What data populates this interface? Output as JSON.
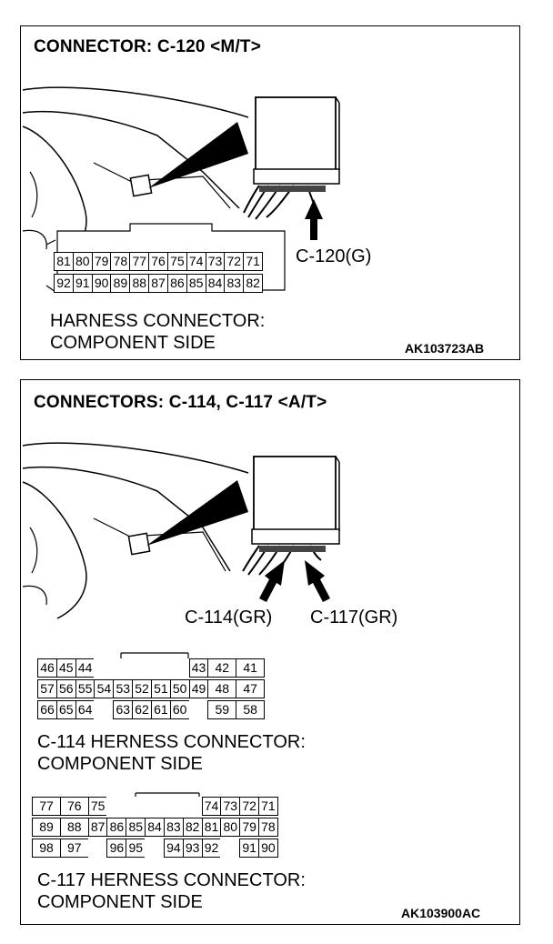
{
  "panel1": {
    "title": "CONNECTOR: C-120 <M/T>",
    "callout": "C-120(G)",
    "pins_top": [
      "81",
      "80",
      "79",
      "78",
      "77",
      "76",
      "75",
      "74",
      "73",
      "72",
      "71"
    ],
    "pins_bottom": [
      "92",
      "91",
      "90",
      "89",
      "88",
      "87",
      "86",
      "85",
      "84",
      "83",
      "82"
    ],
    "caption_line1": "HARNESS CONNECTOR:",
    "caption_line2": "COMPONENT SIDE",
    "ref_code": "AK103723AB"
  },
  "panel2": {
    "title": "CONNECTORS: C-114, C-117 <A/T>",
    "callout_left": "C-114(GR)",
    "callout_right": "C-117(GR)",
    "c114": {
      "row1": [
        "46",
        "45",
        "44",
        "",
        "",
        "",
        "",
        "",
        "43",
        "42",
        "41"
      ],
      "row2": [
        "57",
        "56",
        "55",
        "54",
        "53",
        "52",
        "51",
        "50",
        "49",
        "48",
        "47"
      ],
      "row3": [
        "66",
        "65",
        "64",
        "",
        "63",
        "62",
        "61",
        "60",
        "",
        "59",
        "58"
      ],
      "caption_line1": "C-114 HERNESS CONNECTOR:",
      "caption_line2": "COMPONENT SIDE"
    },
    "c117": {
      "row1": [
        "77",
        "76",
        "75",
        "",
        "",
        "",
        "",
        "",
        "74",
        "73",
        "72",
        "71"
      ],
      "row2": [
        "89",
        "88",
        "87",
        "86",
        "85",
        "84",
        "83",
        "82",
        "81",
        "80",
        "79",
        "78"
      ],
      "row3": [
        "98",
        "97",
        "",
        "96",
        "95",
        "",
        "94",
        "93",
        "92",
        "",
        "91",
        "90"
      ],
      "caption_line1": "C-117 HERNESS CONNECTOR:",
      "caption_line2": "COMPONENT SIDE"
    },
    "ref_code": "AK103900AC"
  }
}
